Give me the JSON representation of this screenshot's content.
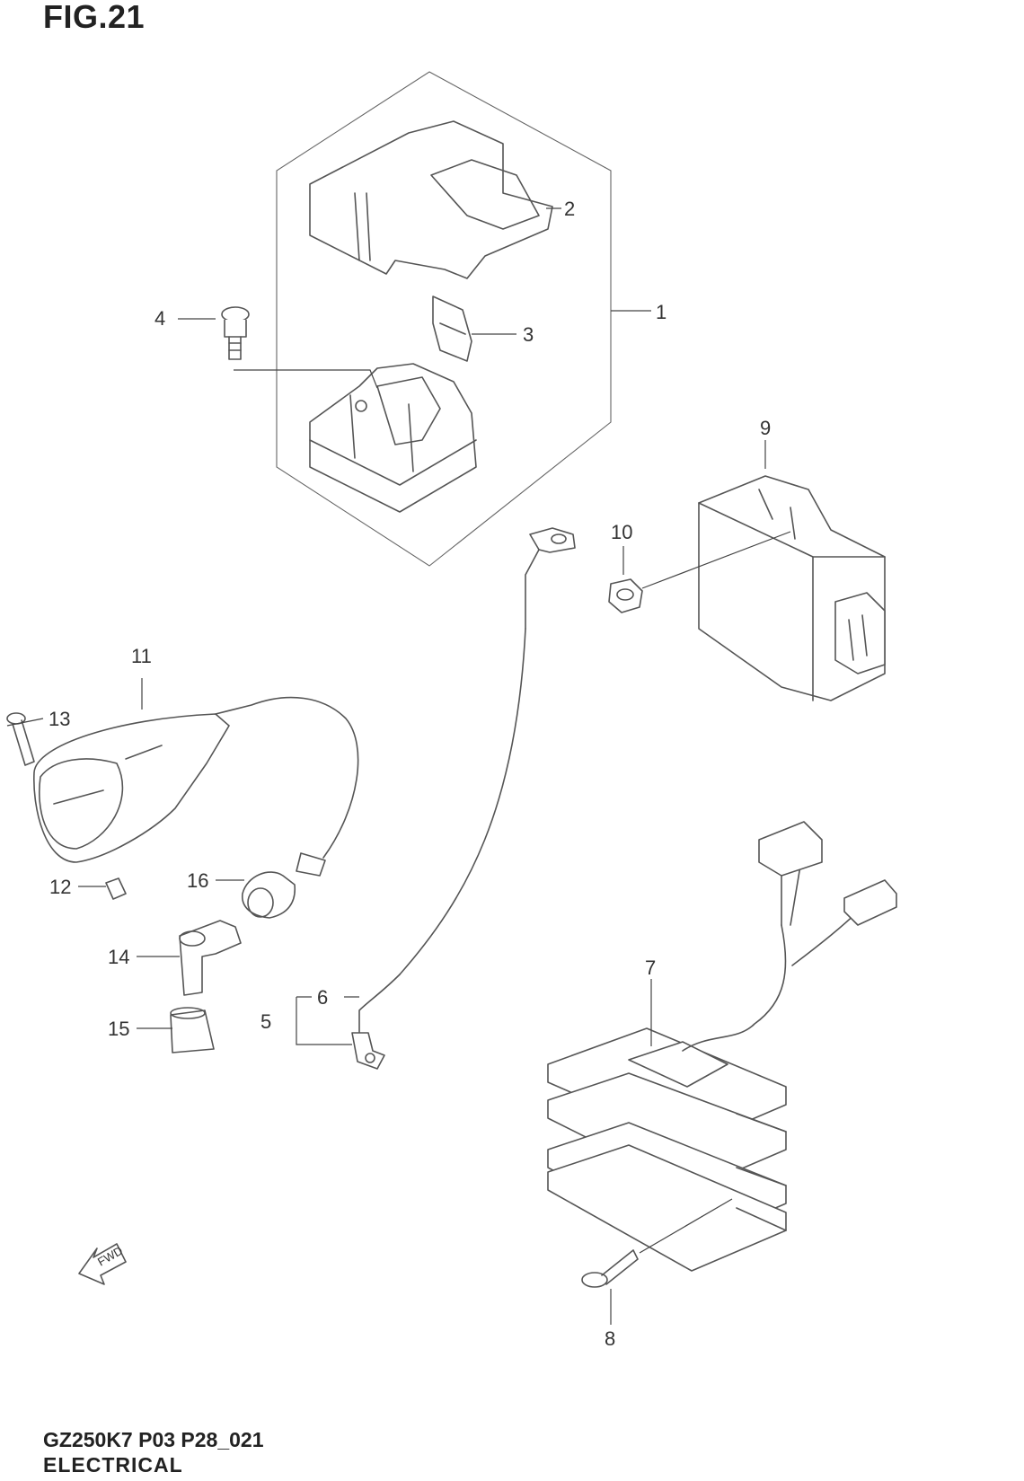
{
  "figure": {
    "title": "FIG.21"
  },
  "footer": {
    "model_code": "GZ250K7 P03 P28_021",
    "section": "ELECTRICAL"
  },
  "fwd_arrow": {
    "label": "FWD"
  },
  "callouts": {
    "c1": "1",
    "c2": "2",
    "c3": "3",
    "c4": "4",
    "c5": "5",
    "c6": "6",
    "c7": "7",
    "c8": "8",
    "c9": "9",
    "c10": "10",
    "c11": "11",
    "c12": "12",
    "c13": "13",
    "c14": "14",
    "c15": "15",
    "c16": "16"
  }
}
